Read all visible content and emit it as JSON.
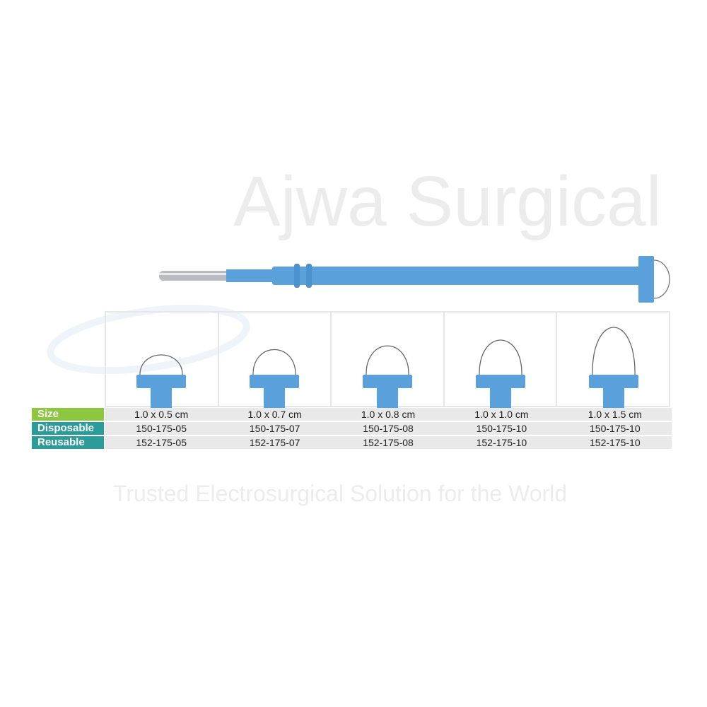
{
  "watermark": {
    "brand": "Ajwa Surgical",
    "tagline": "Trusted Electrosurgical Solution for the World"
  },
  "colors": {
    "blue": "#5aa1dc",
    "green": "#8dc63f",
    "teal": "#2a9d9b"
  },
  "table": {
    "rows": [
      {
        "label": "Size",
        "values": [
          "1.0 x 0.5 cm",
          "1.0 x 0.7 cm",
          "1.0 x 0.8 cm",
          "1.0 x 1.0 cm",
          "1.0 x 1.5 cm"
        ]
      },
      {
        "label": "Disposable",
        "values": [
          "150-175-05",
          "150-175-07",
          "150-175-08",
          "150-175-10",
          "150-175-10"
        ]
      },
      {
        "label": "Reusable",
        "values": [
          "152-175-05",
          "152-175-07",
          "152-175-08",
          "152-175-10",
          "152-175-10"
        ]
      }
    ]
  }
}
